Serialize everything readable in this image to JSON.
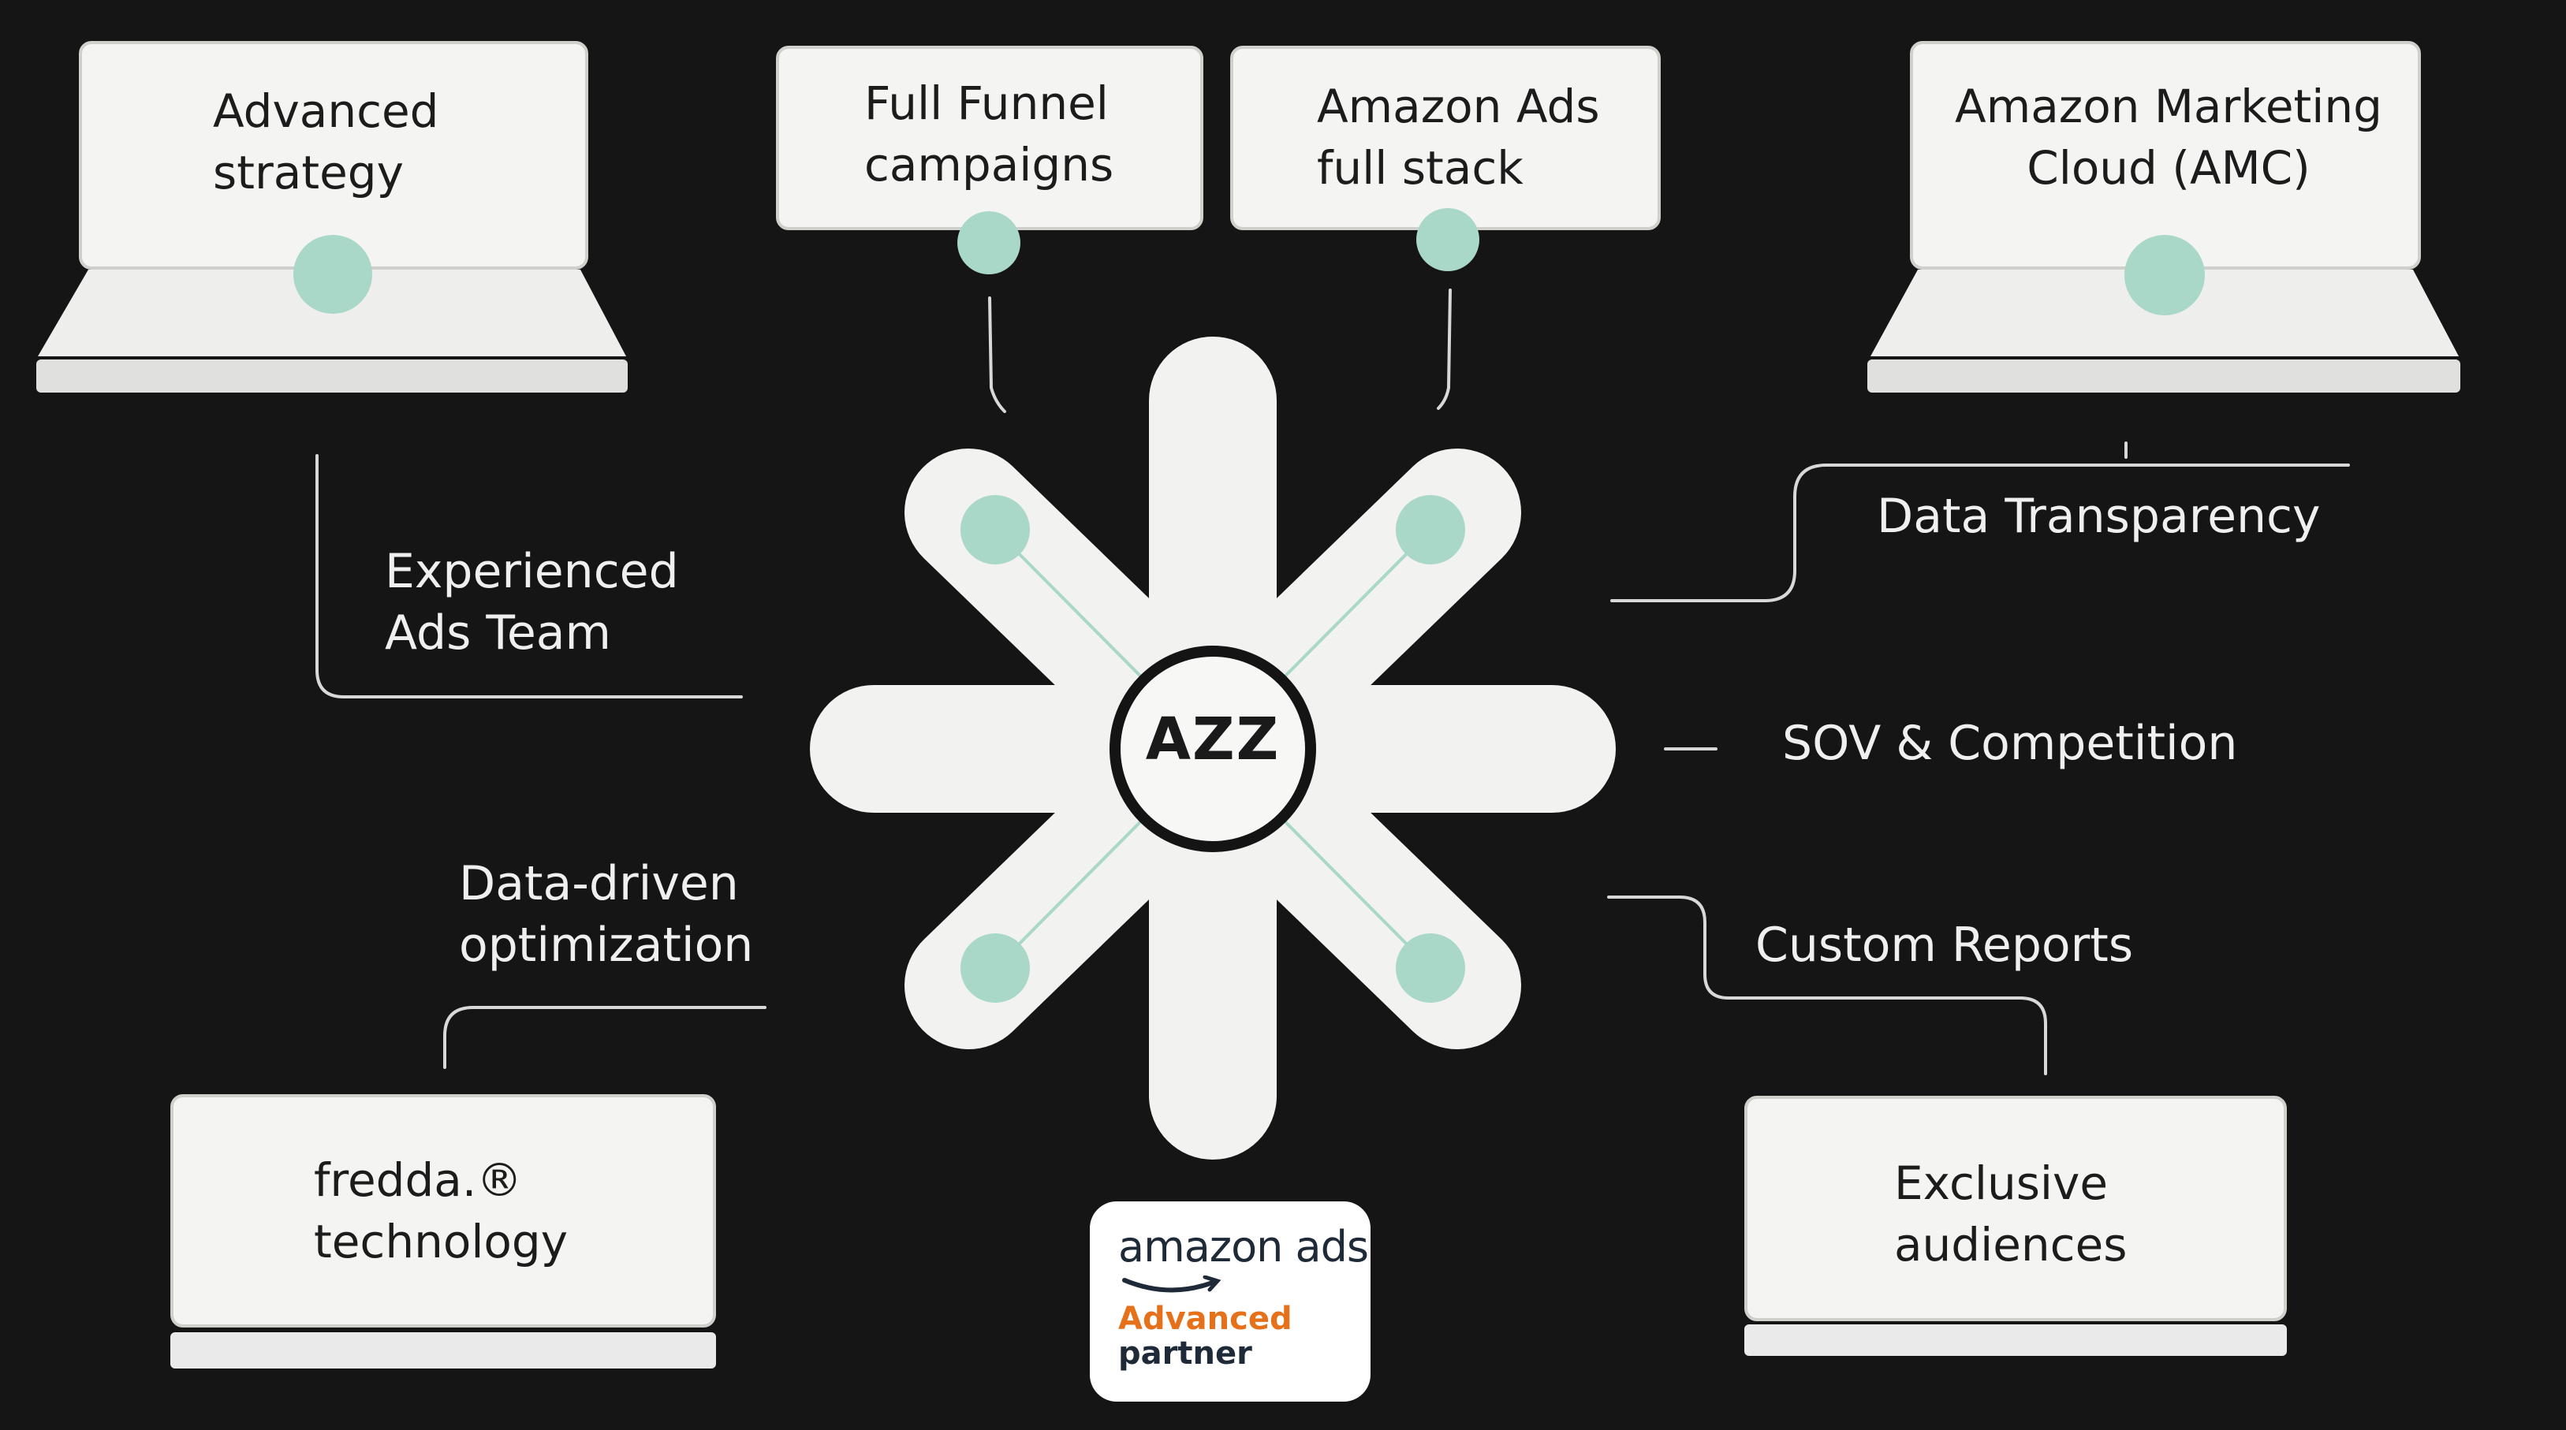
{
  "hub": {
    "label": "AZZ"
  },
  "cards": {
    "advanced_strategy": "Advanced\nstrategy",
    "full_funnel": "Full Funnel\ncampaigns",
    "amazon_ads_stack": "Amazon Ads\nfull stack",
    "amc": "Amazon Marketing\nCloud (AMC)",
    "fredda": "fredda.®\ntechnology",
    "exclusive_audiences": "Exclusive\naudiences"
  },
  "labels": {
    "experienced_team": "Experienced\nAds Team",
    "data_transparency": "Data Transparency",
    "sov_competition": "SOV & Competition",
    "data_driven": "Data-driven\noptimization",
    "custom_reports": "Custom Reports"
  },
  "badge": {
    "brand": "amazon ads",
    "line1": "Advanced",
    "line2": "partner"
  },
  "colors": {
    "background": "#151515",
    "card": "#f4f4f2",
    "node_accent": "#a9d8c8",
    "badge_orange": "#e5721b"
  }
}
